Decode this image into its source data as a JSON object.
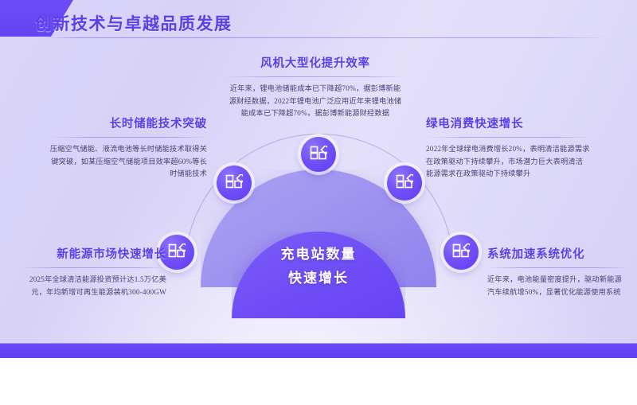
{
  "slide": {
    "title": "创新技术与卓越品质发展",
    "accent_color": "#6c4bf6",
    "title_color": "#5b3ee8",
    "body_color": "#4a4073",
    "background_from": "#d9d4f8",
    "background_to": "#d6d0f6"
  },
  "center": {
    "line1": "充电站数量",
    "line2": "快速增长"
  },
  "blocks": {
    "top": {
      "title": "风机大型化提升效率",
      "body": "近年来，锂电池储能成本已下降超70%，据彭博新能源财经数据，2022年锂电池广泛应用近年来锂电池储能成本已下降超70%，据彭博新能源财经数据"
    },
    "upper_left": {
      "title": "长时储能技术突破",
      "body": "压缩空气储能、液流电池等长时储能技术取得关键突破，如某压缩空气储能项目效率超60%等长时储能技术"
    },
    "upper_right": {
      "title": "绿电消费快速增长",
      "body": "2022年全球绿电消费增长20%，表明清洁能源需求在政策驱动下持续攀升，市场潜力巨大表明清洁能源需求在政策驱动下持续攀升"
    },
    "lower_left": {
      "title": "新能源市场快速增长",
      "body": "2025年全球清洁能源投资预计达1.5万亿美元，年均新增可再生能源装机300-400GW"
    },
    "lower_right": {
      "title": "系统加速系统优化",
      "body": "近年来，电池能量密度提升，驱动新能源汽车续航增50%，显著优化能源使用系统"
    }
  },
  "nodes": [
    {
      "id": "n1",
      "icon": "blocks-icon"
    },
    {
      "id": "n2",
      "icon": "blocks-icon"
    },
    {
      "id": "n3",
      "icon": "blocks-icon"
    },
    {
      "id": "n4",
      "icon": "blocks-icon"
    },
    {
      "id": "n5",
      "icon": "blocks-icon"
    }
  ]
}
